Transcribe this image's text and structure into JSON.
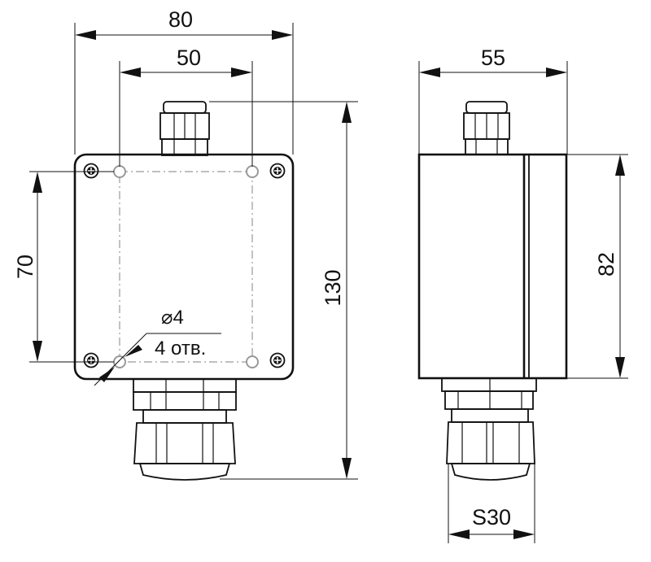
{
  "dimensions": {
    "front_width": "80",
    "hole_spacing_horizontal": "50",
    "hole_spacing_vertical": "70",
    "total_height": "130",
    "side_depth": "55",
    "body_height": "82",
    "nut_size": "S30"
  },
  "hole_note": {
    "diameter": "⌀4",
    "count": "4 отв."
  },
  "colors": {
    "line": "#111111",
    "center_line": "#999999",
    "body_fill": "#ffffff"
  }
}
